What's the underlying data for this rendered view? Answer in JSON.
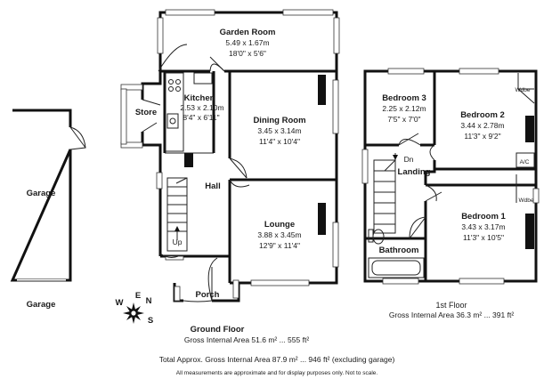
{
  "ground_floor": {
    "rooms": [
      {
        "id": "garden-room",
        "name": "Garden Room",
        "metric": "5.49 x 1.67m",
        "imperial": "18'0\" x 5'6\""
      },
      {
        "id": "kitchen",
        "name": "Kitchen",
        "metric": "2.53 x 2.10m",
        "imperial": "8'4\" x 6'11\""
      },
      {
        "id": "dining-room",
        "name": "Dining Room",
        "metric": "3.45 x 3.14m",
        "imperial": "11'4\" x 10'4\""
      },
      {
        "id": "lounge",
        "name": "Lounge",
        "metric": "3.88 x 3.45m",
        "imperial": "12'9\" x 11'4\""
      }
    ],
    "labels": {
      "store": "Store",
      "hall": "Hall",
      "porch": "Porch",
      "up": "Up"
    },
    "title": "Ground Floor",
    "area": "Gross Internal Area 51.6 m² ... 555 ft²"
  },
  "garage": {
    "inner_label": "Garage",
    "outer_label": "Garage"
  },
  "first_floor": {
    "rooms": [
      {
        "id": "bedroom-3",
        "name": "Bedroom 3",
        "metric": "2.25 x 2.12m",
        "imperial": "7'5\" x 7'0\""
      },
      {
        "id": "bedroom-2",
        "name": "Bedroom 2",
        "metric": "3.44 x 2.78m",
        "imperial": "11'3\" x 9'2\""
      },
      {
        "id": "bedroom-1",
        "name": "Bedroom 1",
        "metric": "3.43 x 3.17m",
        "imperial": "11'3\" x 10'5\""
      }
    ],
    "labels": {
      "landing": "Landing",
      "bathroom": "Bathroom",
      "dn": "Dn",
      "wdbe_upper": "Wdbe",
      "wdbe_lower": "Wdbe",
      "ac": "A/C"
    },
    "title": "1st Floor",
    "area": "Gross Internal Area 36.3 m² ... 391 ft²"
  },
  "compass": {
    "n": "N",
    "e": "E",
    "s": "S",
    "w": "W"
  },
  "footer": {
    "total": "Total Approx. Gross Internal Area 87.9 m² ... 946 ft² (excluding garage)",
    "disclaimer": "All measurements are approximate and for display purposes only. Not to scale."
  }
}
